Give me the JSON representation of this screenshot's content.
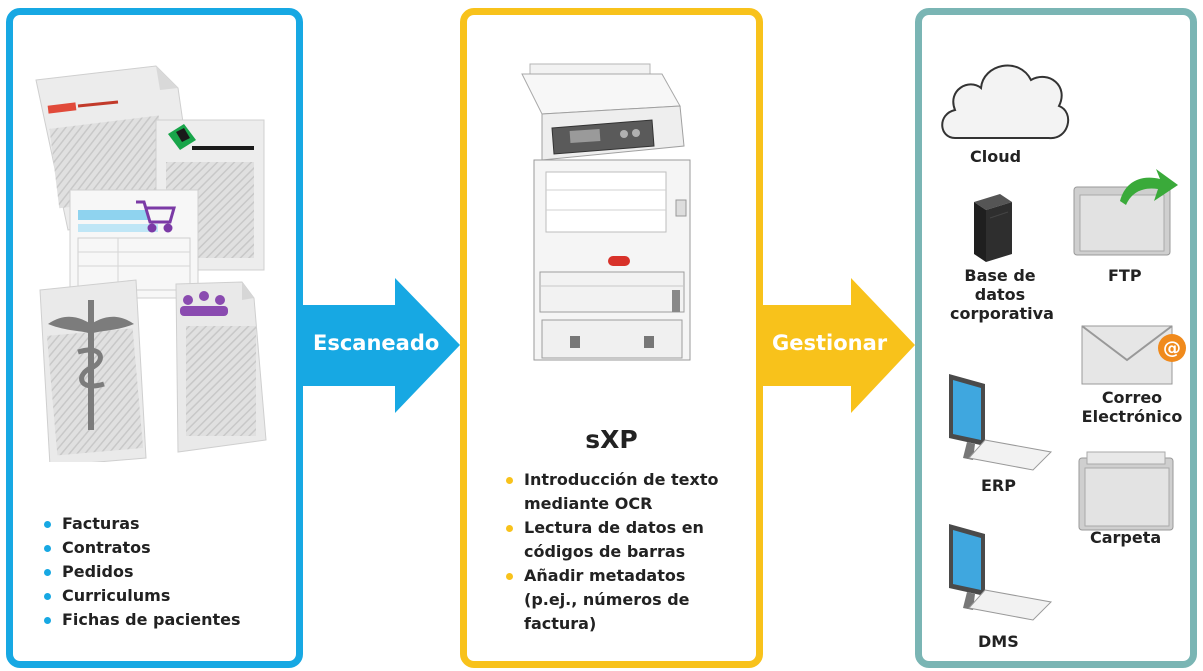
{
  "left_panel": {
    "items": [
      "Facturas",
      "Contratos",
      "Pedidos",
      "Curriculums",
      "Fichas de pacientes"
    ]
  },
  "arrow_scan": {
    "label": "Escaneado"
  },
  "middle_panel": {
    "title": "sXP",
    "features": [
      [
        "Introducción de texto",
        "mediante OCR"
      ],
      [
        "Lectura de datos en",
        "códigos de barras"
      ],
      [
        "Añadir metadatos",
        "(p.ej., números de",
        "factura)"
      ]
    ]
  },
  "arrow_manage": {
    "label": "Gestionar"
  },
  "right_panel": {
    "cloud": "Cloud",
    "database": [
      "Base de",
      "datos",
      "corporativa"
    ],
    "ftp": "FTP",
    "email": [
      "Correo",
      "Electrónico"
    ],
    "erp": "ERP",
    "folder": "Carpeta",
    "dms": "DMS"
  },
  "colors": {
    "scan": "#17a8e3",
    "process": "#f8c21b",
    "destinations": "#7ab5b4"
  }
}
